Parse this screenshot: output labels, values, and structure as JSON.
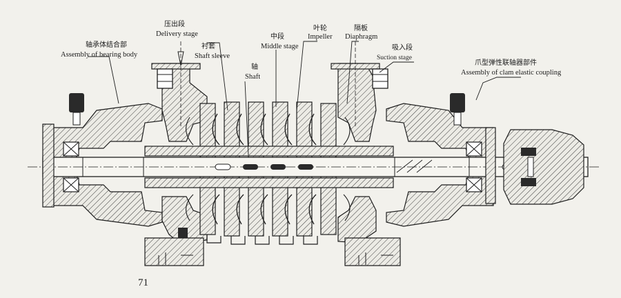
{
  "labels": {
    "delivery_zh": "压出段",
    "delivery_en": "Delivery stage",
    "sleeve_zh": "衬套",
    "sleeve_en": "Shaft sleeve",
    "middle_zh": "中段",
    "middle_en": "Middle stage",
    "shaft_zh": "轴",
    "shaft_en": "Shaft",
    "impeller_zh": "叶轮",
    "impeller_en": "Impeller",
    "diaphragm_zh": "隔板",
    "diaphragm_en": "Diaphragm",
    "suction_zh": "吸入段",
    "suction_en": "Suction stage",
    "bearing_zh": "轴承体结合部",
    "bearing_en": "Assembly of bearing body",
    "coupling_zh": "爪型弹性联轴器部件",
    "coupling_en": "Assembly of clam elastic coupling"
  },
  "page_number": "71"
}
